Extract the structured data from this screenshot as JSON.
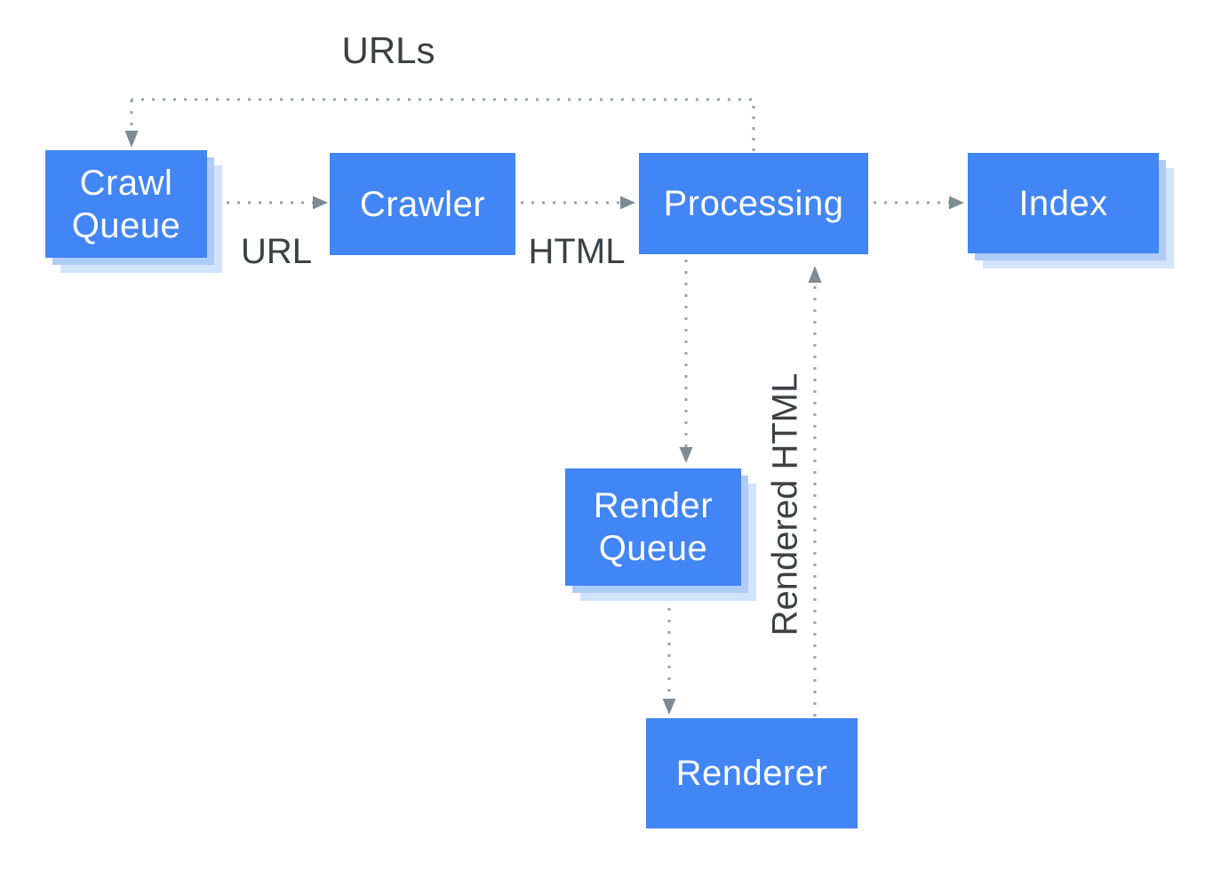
{
  "diagram": {
    "description": "Crawl, render and index pipeline flowchart"
  },
  "nodes": {
    "crawl_queue": {
      "label": "Crawl Queue"
    },
    "crawler": {
      "label": "Crawler"
    },
    "processing": {
      "label": "Processing"
    },
    "index": {
      "label": "Index"
    },
    "render_queue": {
      "label": "Render Queue"
    },
    "renderer": {
      "label": "Renderer"
    }
  },
  "edge_labels": {
    "urls": "URLs",
    "url": "URL",
    "html": "HTML",
    "rendered_html": "Rendered HTML"
  },
  "colors": {
    "node_fill": "#4285f4",
    "node_text": "#ffffff",
    "shadow_inner": "#aecbfa",
    "shadow_outer": "#d2e3fc",
    "dotted_line": "#9aa0a6",
    "arrowhead": "#7d8b95",
    "label_text": "#3c4043",
    "background": "#ffffff"
  }
}
